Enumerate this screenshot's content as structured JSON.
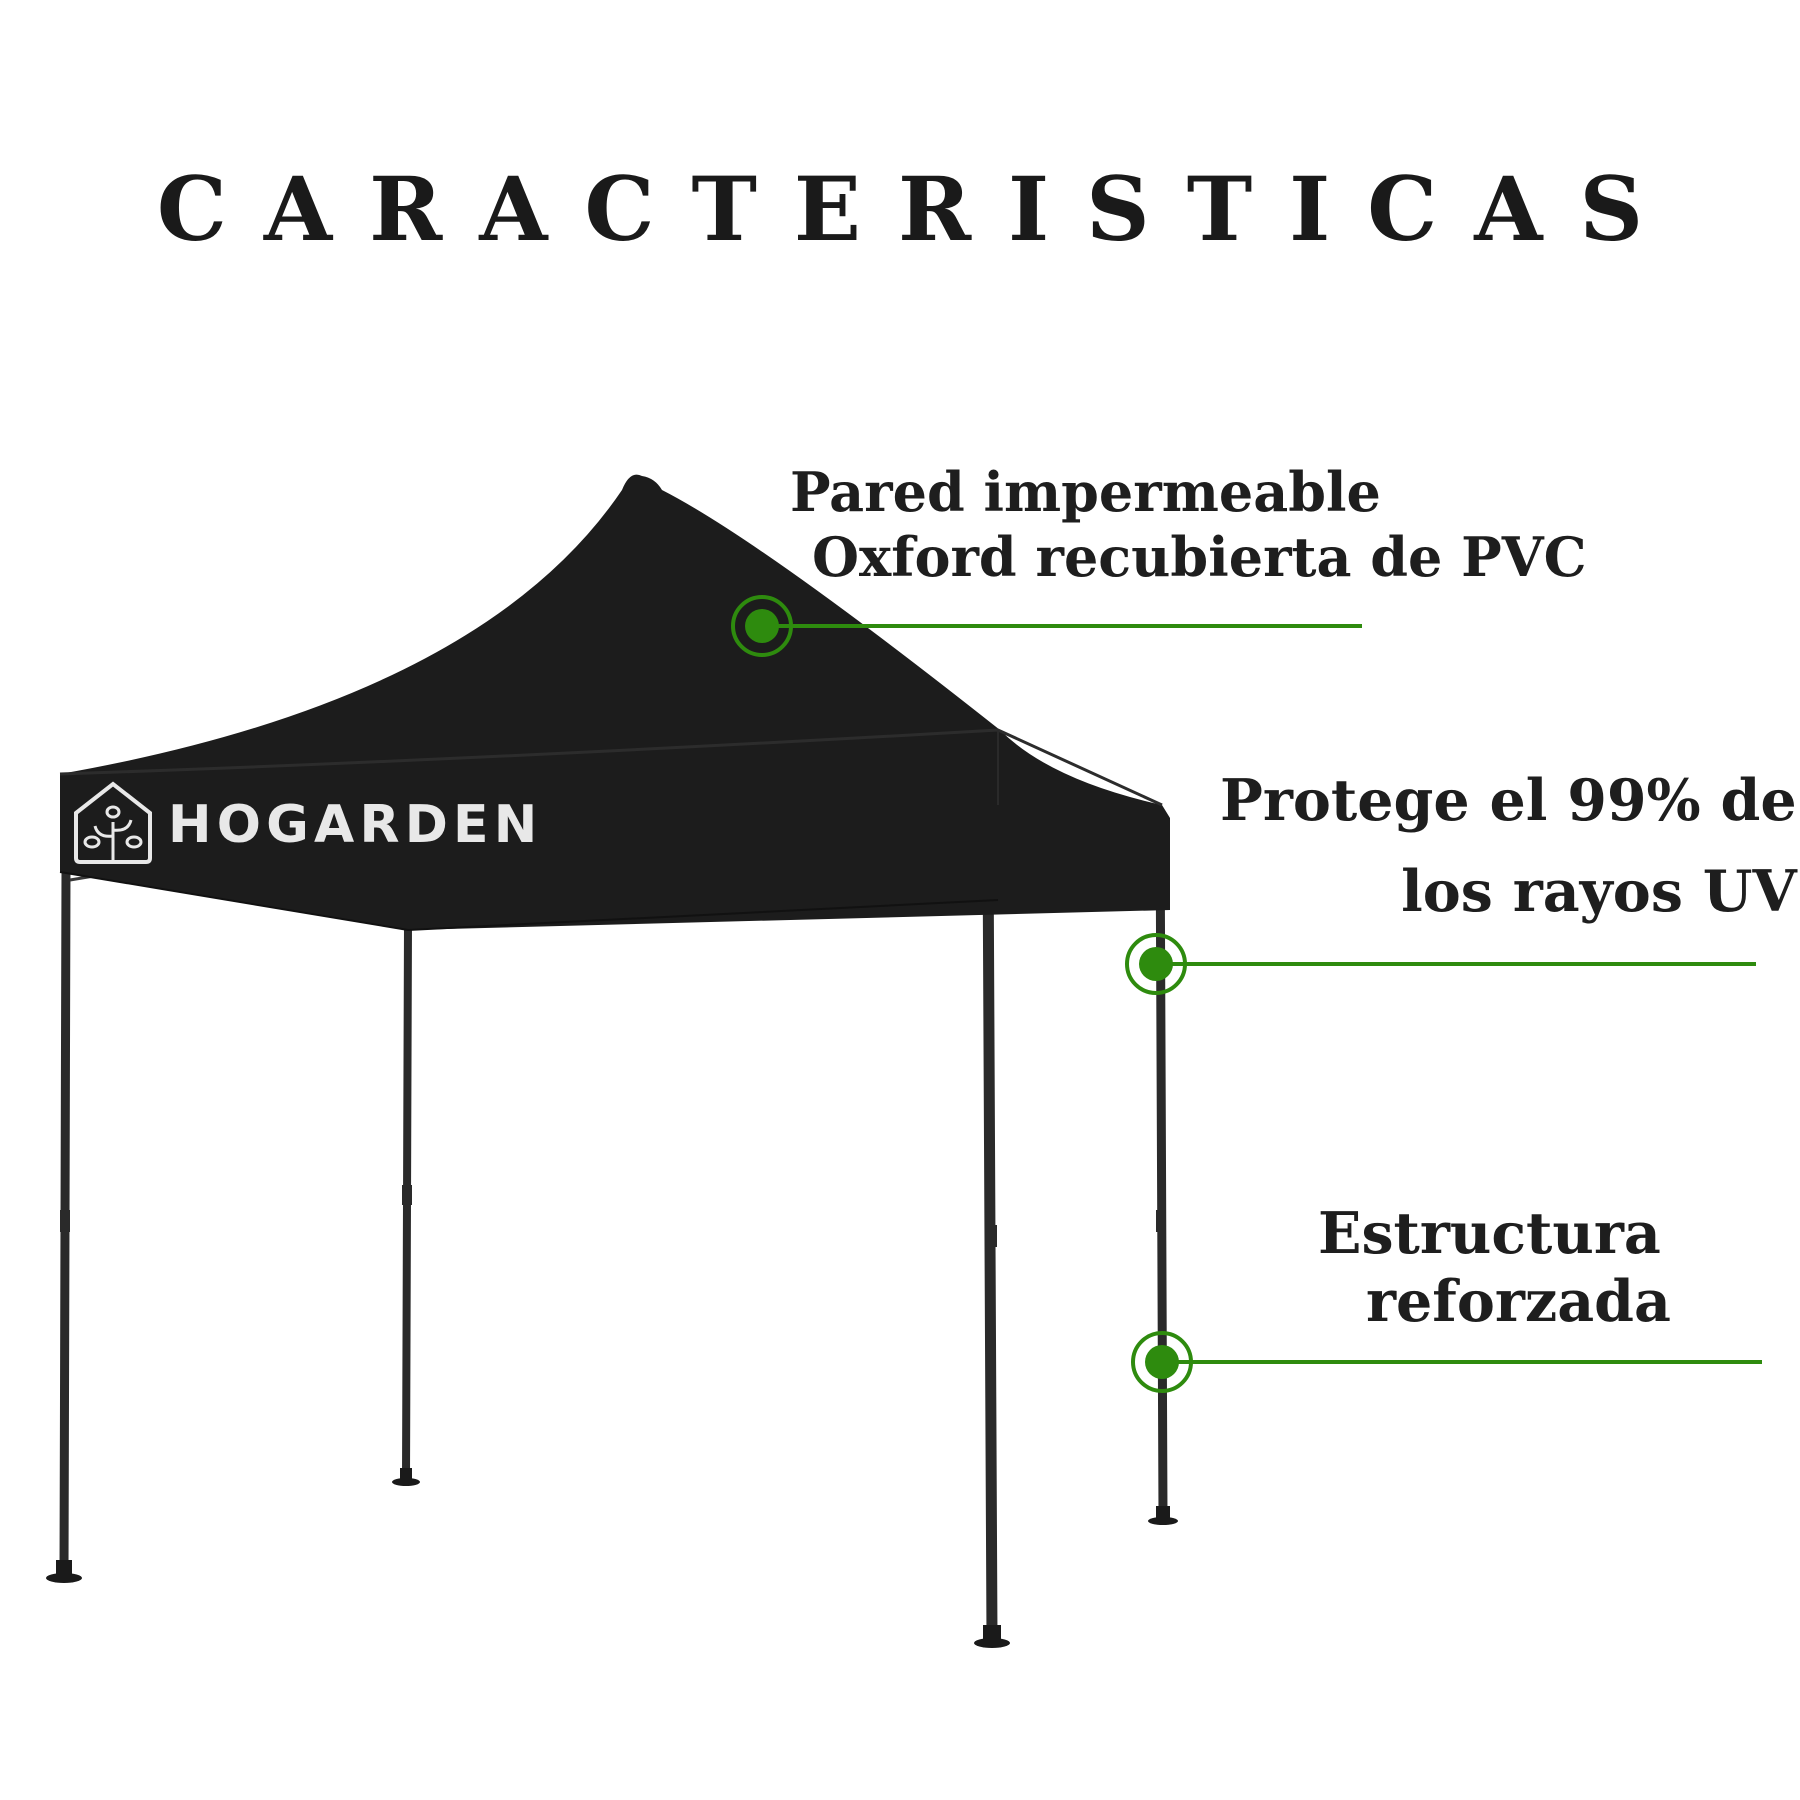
{
  "title": "CARACTERISTICAS",
  "brand": {
    "name": "HOGARDEN",
    "logo": "house-tree-logo"
  },
  "features": [
    {
      "lines": [
        "Pared impermeable",
        "Oxford recubierta de PVC"
      ]
    },
    {
      "lines": [
        "Protege el 99% de",
        "los rayos UV"
      ]
    },
    {
      "lines": [
        "Estructura",
        "reforzada"
      ]
    }
  ],
  "colors": {
    "accent": "#2e8b0e",
    "canopy": "#1c1c1c",
    "frame": "#2a2a2a",
    "text": "#1e1e1e"
  }
}
